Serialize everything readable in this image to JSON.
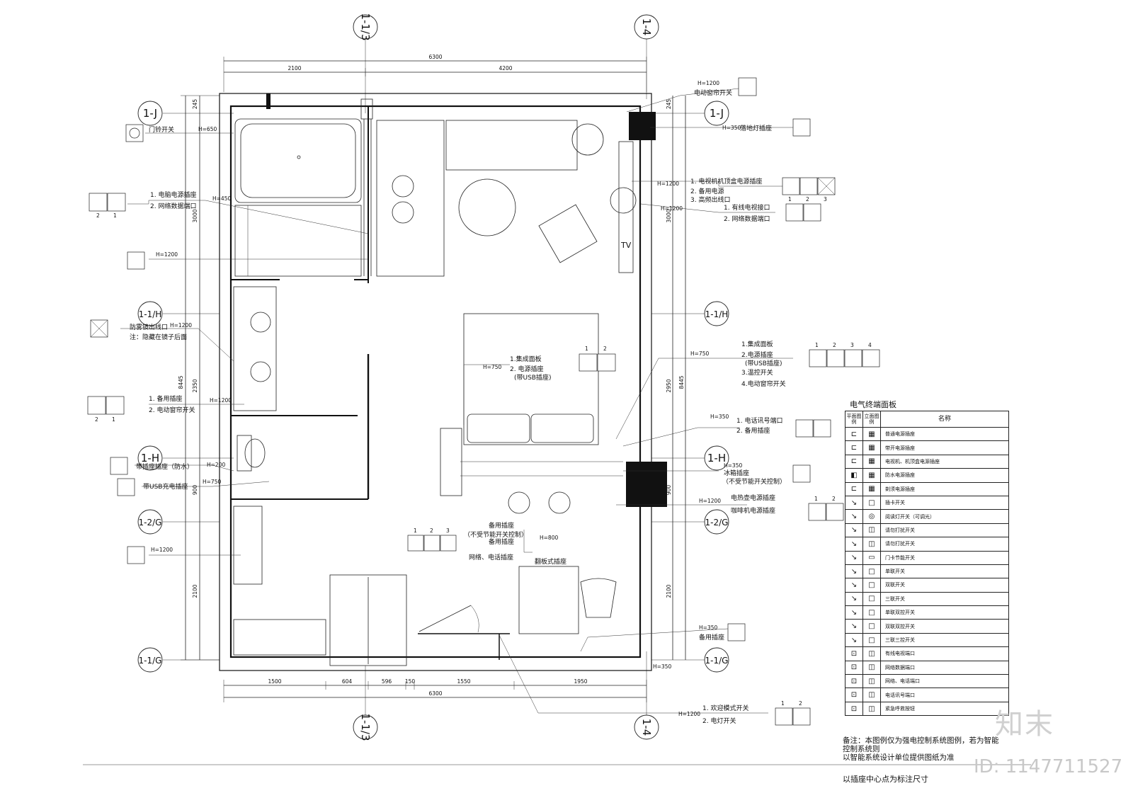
{
  "grid": {
    "top_left": "1-1/3",
    "top_right": "1-4",
    "bottom_left": "1-1/3",
    "bottom_right": "1-4",
    "left": [
      "1-J",
      "1-1/H",
      "1-H",
      "1-2/G",
      "1-1/G"
    ],
    "right": [
      "1-J",
      "1-1/H",
      "1-H",
      "1-2/G",
      "1-1/G"
    ]
  },
  "dims": {
    "top_total": "6300",
    "top_a": "2100",
    "top_b": "4200",
    "bottom_total": "6300",
    "bottom": [
      "1500",
      "604",
      "596",
      "150",
      "1550",
      "1950"
    ],
    "left_total": "8445",
    "left": [
      "245",
      "3000",
      "2350",
      "900",
      "2100"
    ],
    "right_total": "8445",
    "right": [
      "245",
      "3000",
      "2950",
      "900",
      "2100"
    ]
  },
  "plan_labels": {
    "tv": "TV"
  },
  "callouts": {
    "doorbell": "门铃开关",
    "h650": "H=650",
    "pc_power": "1. 电脑电源插座",
    "net_data": "2. 网络数据端口",
    "h450": "H=450",
    "h1200_a": "H=1200",
    "antifog": "防雾镜出线口",
    "antifog_note": "注：隐藏在镜子后面",
    "h1200_b": "H=1200",
    "spare1": "1. 备用插座",
    "curtain_sw": "2. 电动窗帘开关",
    "h1200_c": "H=1200",
    "wp_socket": "带插座插座（防水）",
    "h200": "H=200",
    "usb_charge": "带USB充电插座",
    "h750_a": "H=750",
    "h1200_d": "H=1200",
    "bed_panel": "1.集成面板",
    "bed_power": "2. 电源插座",
    "bed_usb": "(带USB插座)",
    "h750_b": "H=750",
    "desk_spare": "备用插座",
    "desk_note": "（不受节能开关控制）",
    "desk_spare2": "备用插座",
    "desk_net": "网络、电话插座",
    "flip": "翻板式插座",
    "h800": "H=800",
    "top_curtain": "电动窗帘开关",
    "h1200_top": "H=1200",
    "floor_lamp": "落地灯插座",
    "h350_a": "H=350",
    "tv_power": "1. 电视机机顶盒电源插座",
    "tv_spare": "2. 备用电源",
    "tv_hdmi": "3. 高频出线口",
    "h1200_e": "H=1200",
    "cable": "1. 有线电视接口",
    "net2": "2. 网络数据端口",
    "h1200_f": "H=1200",
    "r_panel": "1.集成面板",
    "r_power": "2.电源插座",
    "r_usb": "(带USB插座)",
    "r_temp": "3.温控开关",
    "r_curtain": "4.电动窗帘开关",
    "h750_c": "H=750",
    "phone": "1. 电话讯号端口",
    "spare2": "2. 备用插座",
    "h350_b": "H=350",
    "fridge": "冰箱插座",
    "fridge_note": "（不受节能开关控制）",
    "h350_c": "H=350",
    "kettle": "电热壶电源插座",
    "coffee": "咖啡机电源插座",
    "h1200_g": "H=1200",
    "spare3": "备用插座",
    "h350_d": "H=350",
    "h350_e": "H=350",
    "welcome": "1. 欢迎模式开关",
    "light_sw": "2. 电灯开关",
    "h1200_h": "H=1200"
  },
  "legend": {
    "title": "电气终端面板",
    "col1": "平面图例",
    "col2": "立面图例",
    "col3": "名称",
    "rows": [
      {
        "p": "⊏",
        "e": "▦",
        "name": "普通电源插座"
      },
      {
        "p": "⊏",
        "e": "▦",
        "name": "带开电源插座"
      },
      {
        "p": "⊏",
        "e": "▦",
        "name": "电视机、机顶盒电源插座"
      },
      {
        "p": "◧",
        "e": "▦",
        "name": "防水电源插座"
      },
      {
        "p": "⊏",
        "e": "▦",
        "name": "剃须电源插座"
      },
      {
        "p": "↘",
        "e": "□",
        "name": "插卡开关"
      },
      {
        "p": "↘",
        "e": "◎",
        "name": "阅读灯开关（可调光）"
      },
      {
        "p": "↘",
        "e": "◫",
        "name": "请勿打扰开关"
      },
      {
        "p": "↘",
        "e": "◫",
        "name": "请勿打扰开关"
      },
      {
        "p": "↘",
        "e": "▭",
        "name": "门卡节能开关"
      },
      {
        "p": "↘",
        "e": "□",
        "name": "单联开关"
      },
      {
        "p": "↘",
        "e": "□",
        "name": "双联开关"
      },
      {
        "p": "↘",
        "e": "□",
        "name": "三联开关"
      },
      {
        "p": "↘",
        "e": "□",
        "name": "单联双控开关"
      },
      {
        "p": "↘",
        "e": "□",
        "name": "双联双控开关"
      },
      {
        "p": "↘",
        "e": "□",
        "name": "三联三控开关"
      },
      {
        "p": "⊡",
        "e": "◫",
        "name": "有线电视端口"
      },
      {
        "p": "⊡",
        "e": "◫",
        "name": "网络数据端口"
      },
      {
        "p": "⊡",
        "e": "◫",
        "name": "网络、电话端口"
      },
      {
        "p": "⊡",
        "e": "◫",
        "name": "电话讯号端口"
      },
      {
        "p": "⊡",
        "e": "◫",
        "name": "紧急呼救按钮"
      }
    ]
  },
  "notes": {
    "l1": "备注：本图例仅为强电控制系统图例，若为智能",
    "l2": "控制系统则",
    "l3": "以智能系统设计单位提供图纸为准",
    "footer": "以插座中心点为标注尺寸"
  },
  "brand": {
    "logo": "知末",
    "id": "ID: 1147711527"
  }
}
